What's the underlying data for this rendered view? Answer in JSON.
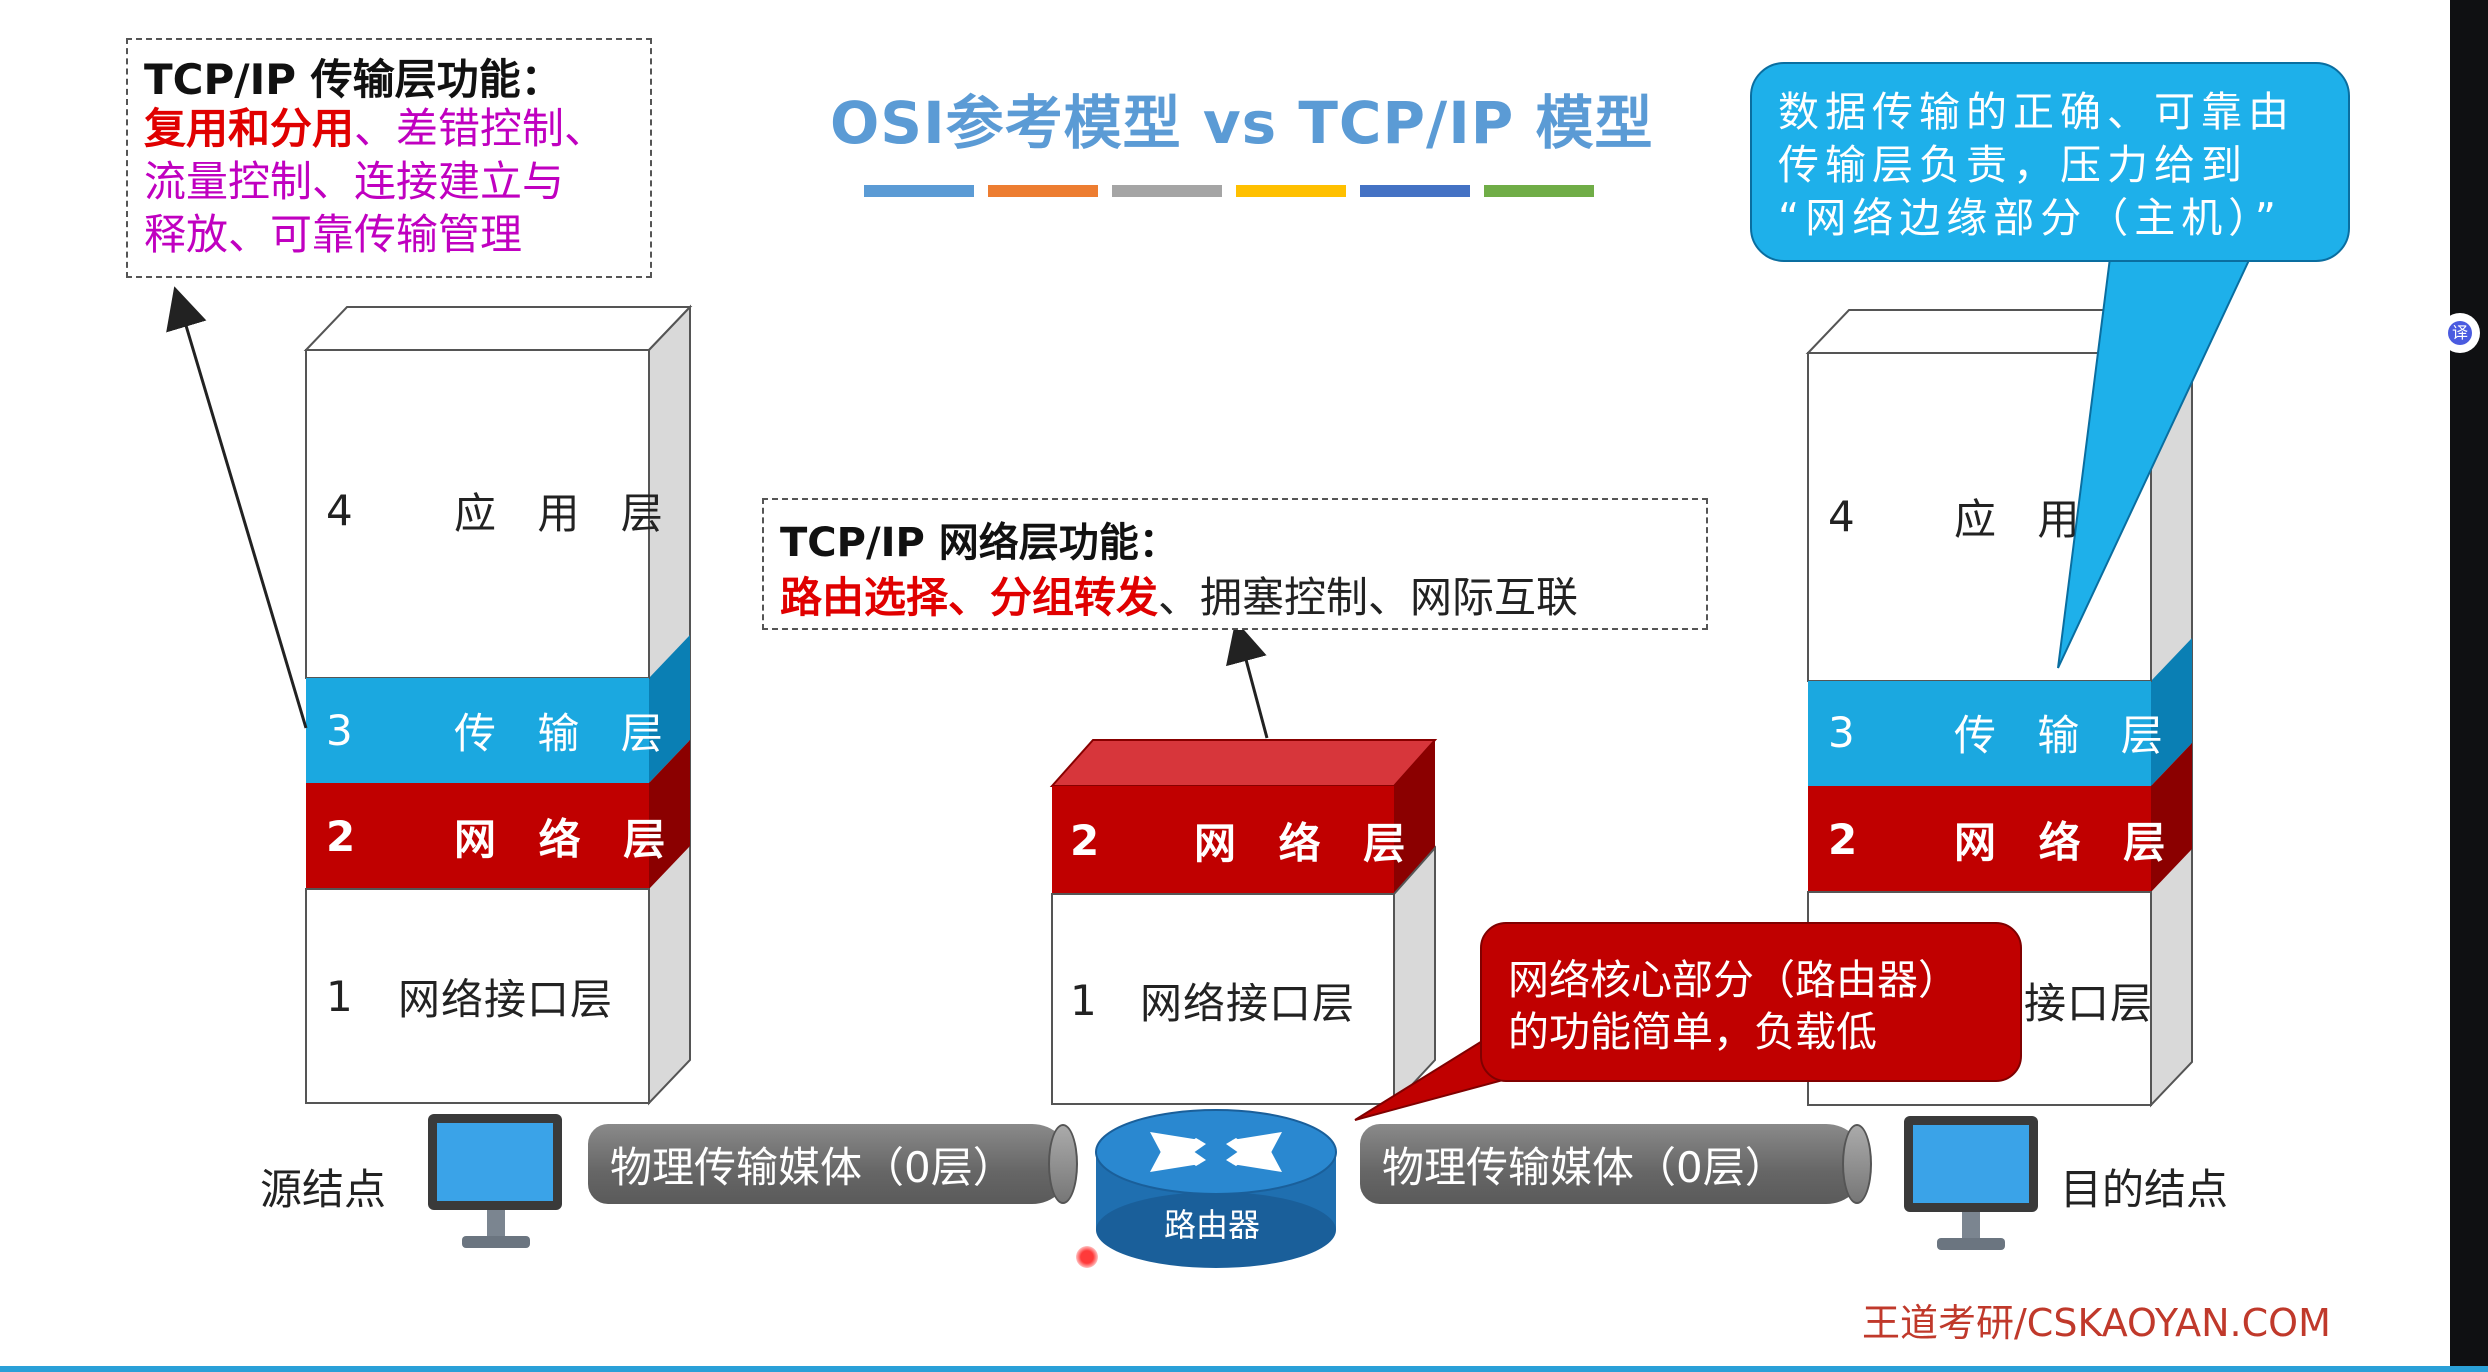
{
  "title": "OSI参考模型 vs TCP/IP 模型",
  "accent_bars": [
    "#5b9bd5",
    "#ed7d31",
    "#a5a5a5",
    "#ffc000",
    "#4472c4",
    "#70ad47"
  ],
  "transport_box": {
    "heading": "TCP/IP 传输层功能：",
    "highlight": "复用和分用",
    "rest_line1": "、差错控制、",
    "line2": "流量控制、连接建立与",
    "line3": "释放、可靠传输管理"
  },
  "network_box": {
    "heading": "TCP/IP 网络层功能：",
    "item1": "路由选择",
    "sep1": "、",
    "item2": "分组转发",
    "rest": "、拥塞控制、网际互联"
  },
  "left_stack": {
    "app": {
      "num": "4",
      "name": "应 用 层"
    },
    "transport": {
      "num": "3",
      "name": "传 输 层"
    },
    "network": {
      "num": "2",
      "name": "网 络 层"
    },
    "link": {
      "num": "1",
      "name": "网络接口层"
    }
  },
  "router_stack": {
    "network": {
      "num": "2",
      "name": "网 络 层"
    },
    "link": {
      "num": "1",
      "name": "网络接口层"
    }
  },
  "right_stack": {
    "app": {
      "num": "4",
      "name": "应 用"
    },
    "transport": {
      "num": "3",
      "name": "传 输 层"
    },
    "network": {
      "num": "2",
      "name": "网 络 层"
    },
    "link": {
      "name": "接口层"
    }
  },
  "media": {
    "left": "物理传输媒体（0层）",
    "right": "物理传输媒体（0层）"
  },
  "router_label": "路由器",
  "source_label": "源结点",
  "dest_label": "目的结点",
  "callout_blue": {
    "line1": "数据传输的正确、可靠由",
    "line2": "传输层负责，压力给到",
    "line3": "“网络边缘部分（主机）”"
  },
  "callout_red": {
    "line1": "网络核心部分（路由器）",
    "line2": "的功能简单，负载低"
  },
  "footer": "王道考研/CSKAOYAN.COM",
  "colors": {
    "transport": "#1ba8e0",
    "network": "#c00000",
    "callout_blue": "#1eb0ea",
    "title": "#5b9bd5"
  },
  "side_badge": "译"
}
